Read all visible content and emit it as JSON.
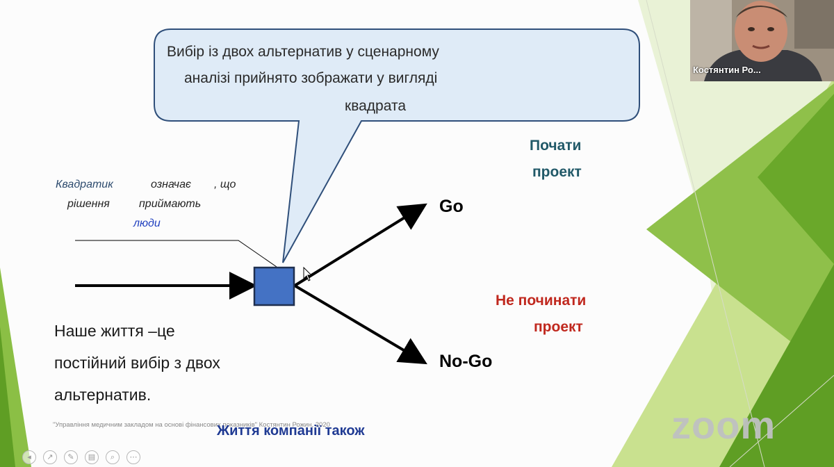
{
  "callout": {
    "line1": "Вибір із двох альтернатив у сценарному",
    "line2": "аналізі прийнято зображати у вигляді",
    "line3": "квадрата"
  },
  "note": {
    "w1": "Квадратик",
    "w2": "означає",
    "w3": ", що",
    "w4": "рішення",
    "w5": "приймають",
    "w6": "люди"
  },
  "branches": {
    "go": "Go",
    "nogo": "No-Go",
    "start_line1": "Почати",
    "start_line2": "проект",
    "notstart_line1": "Не починати",
    "notstart_line2": "проект"
  },
  "main_text": {
    "line1": "Наше життя –це",
    "line2": "постійний вибір з двох",
    "line3": "альтернатив."
  },
  "footer": {
    "citation": "\"Управління медичним закладом на основі фінансових показників\" Костянтин Рожин, 2020",
    "subtitle": "Життя компанії також"
  },
  "video": {
    "participant": "Костянтин Ро..."
  },
  "watermark": "zoom",
  "colors": {
    "green_dark": "#6aa82a",
    "green_light": "#b9d97a",
    "callout_fill": "#dfebf7",
    "callout_border": "#2f4f7a",
    "square_fill": "#4472c4",
    "teal_text": "#215968",
    "red_text": "#c0281e",
    "navy_text": "#1f3a93"
  },
  "toolbar_icons": [
    "arrow-left-icon",
    "pointer-icon",
    "pen-icon",
    "highlighter-icon",
    "zoom-icon",
    "more-icon"
  ]
}
